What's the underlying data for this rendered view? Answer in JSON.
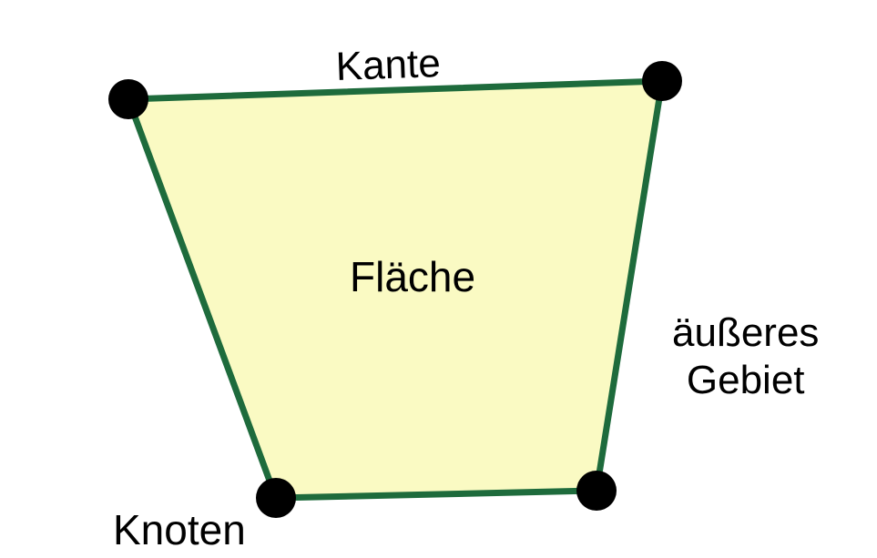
{
  "diagram": {
    "labels": {
      "edge": "Kante",
      "face": "Fläche",
      "outer_line1": "äußeres",
      "outer_line2": "Gebiet",
      "node": "Knoten"
    },
    "colors": {
      "face_fill": "#fafac3",
      "edge_stroke": "#1e6b3c",
      "node_fill": "#000000",
      "text": "#000000",
      "background": "#ffffff"
    }
  }
}
